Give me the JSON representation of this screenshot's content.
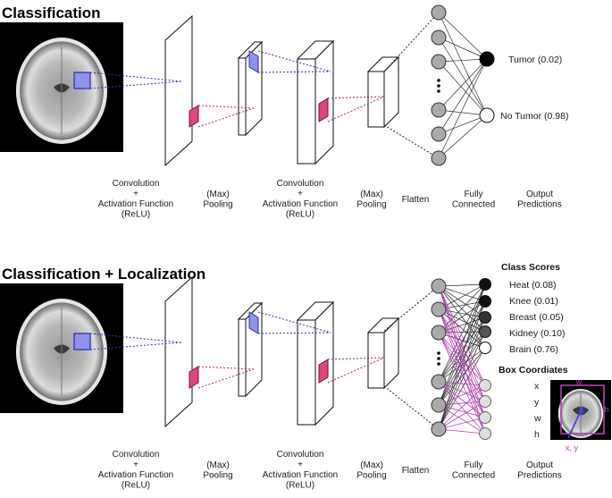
{
  "panels": [
    {
      "title": "Classification",
      "stages": [
        {
          "lines": [
            "Convolution",
            "+",
            "Activation Function",
            "(ReLU)"
          ]
        },
        {
          "lines": [
            "(Max)",
            "Pooling"
          ]
        },
        {
          "lines": [
            "Convolution",
            "+",
            "Activation Function",
            "(ReLU)"
          ]
        },
        {
          "lines": [
            "(Max)",
            "Pooling"
          ]
        },
        {
          "lines": [
            "Flatten"
          ]
        },
        {
          "lines": [
            "Fully",
            "Connected"
          ]
        },
        {
          "lines": [
            "Output",
            "Predictions"
          ]
        }
      ],
      "outputs": [
        "Tumor (0.02)",
        "No Tumor (0.98)"
      ]
    },
    {
      "title": "Classification + Localization",
      "stages": [
        {
          "lines": [
            "Convolution",
            "+",
            "Activation Function",
            "(ReLU)"
          ]
        },
        {
          "lines": [
            "(Max)",
            "Pooling"
          ]
        },
        {
          "lines": [
            "Convolution",
            "+",
            "Activation Function",
            "(ReLU)"
          ]
        },
        {
          "lines": [
            "(Max)",
            "Pooling"
          ]
        },
        {
          "lines": [
            "Flatten"
          ]
        },
        {
          "lines": [
            "Fully",
            "Connected"
          ]
        },
        {
          "lines": [
            "Output",
            "Predictions"
          ]
        }
      ],
      "class_scores_title": "Class Scores",
      "class_scores": [
        "Heat (0.08)",
        "Knee (0.01)",
        "Breast (0.05)",
        "Kidney (0.10)",
        "Brain (0.76)"
      ],
      "box_title": "Box Coordiates",
      "box_coords": [
        "x",
        "y",
        "w",
        "h"
      ],
      "box_labels": {
        "w": "w",
        "h": "h",
        "xy": "x, y"
      }
    }
  ],
  "colors": {
    "blue_patch": "#8f93e8",
    "pink_patch": "#e0457f",
    "blue_line": "#33339a",
    "pink_line": "#b0284f",
    "magenta": "#b043b0",
    "node_gray": "#aaaaaa"
  }
}
